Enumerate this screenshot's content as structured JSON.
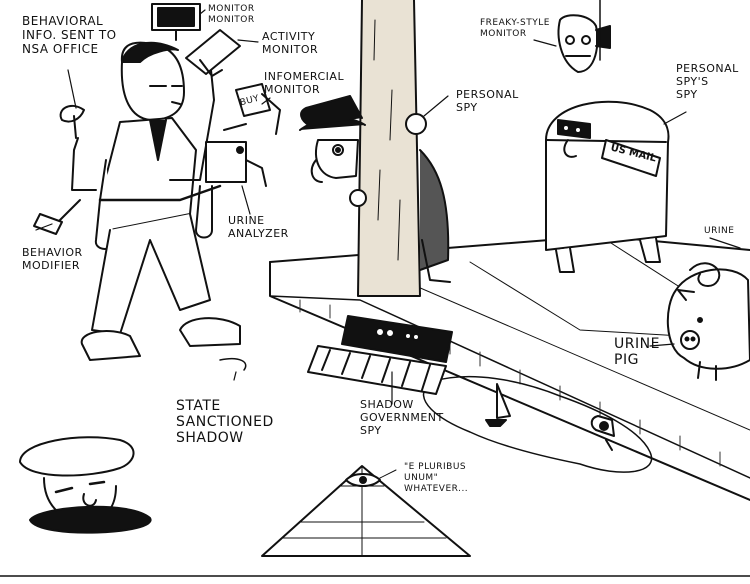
{
  "colors": {
    "ink": "#111111",
    "paper": "#ffffff",
    "shade": "#555555"
  },
  "labels": {
    "behavioral_info": "BEHAVIORAL\nINFO. SENT TO\nNSA OFFICE",
    "monitor_monitor": "MONITOR\nMONITOR",
    "activity_monitor": "ACTIVITY\nMONITOR",
    "infomercial_monitor": "INFOMERCIAL\nMonitor",
    "urine_analyzer": "URINE\nANALYZER",
    "behavior_modifier": "BEHAVIOR\nMODIFIER",
    "state_shadow": "STATE\nSANCTIONED\nSHADOW",
    "personal_spy": "PERSONAL\nSPY",
    "freaky_monitor": "FREAKY-STYLE\nMONITOR",
    "personal_spys_spy": "PERSONAL\nSPY'S\nSPY",
    "urine_top": "URINE",
    "urine_pig": "URINE\nPIG",
    "shadow_gov_spy": "SHADOW\nGOVERNMENT\nSPY",
    "pyramid_quote": "\"E PLURIBUS\nUNUM\"\nWHATEVER...",
    "mailbox_text": "US MAIL",
    "infomercial_screen": "BUY"
  }
}
